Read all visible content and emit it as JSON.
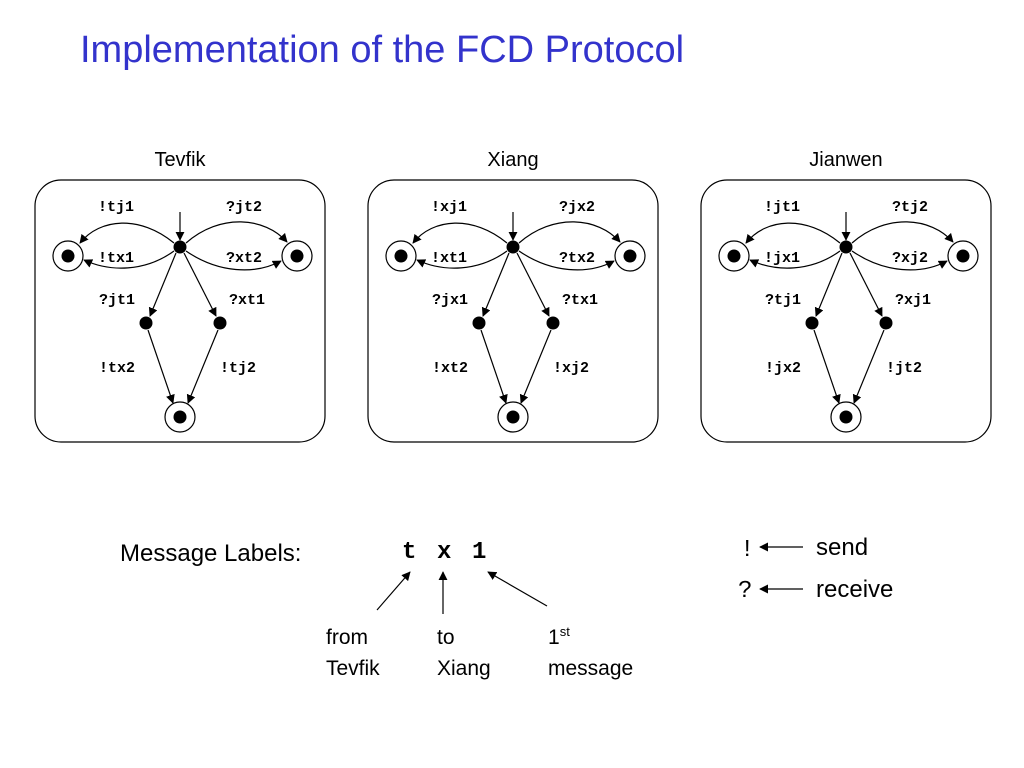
{
  "title": "Implementation of the FCD Protocol",
  "machines": [
    {
      "name": "Tevfik",
      "labels": {
        "top_left": "!tj1",
        "top_right": "?jt2",
        "mid_left": "!tx1",
        "mid_right": "?xt2",
        "branch_left": "?jt1",
        "branch_right": "?xt1",
        "bottom_left": "!tx2",
        "bottom_right": "!tj2"
      }
    },
    {
      "name": "Xiang",
      "labels": {
        "top_left": "!xj1",
        "top_right": "?jx2",
        "mid_left": "!xt1",
        "mid_right": "?tx2",
        "branch_left": "?jx1",
        "branch_right": "?tx1",
        "bottom_left": "!xt2",
        "bottom_right": "!xj2"
      }
    },
    {
      "name": "Jianwen",
      "labels": {
        "top_left": "!jt1",
        "top_right": "?tj2",
        "mid_left": "!jx1",
        "mid_right": "?xj2",
        "branch_left": "?tj1",
        "branch_right": "?xj1",
        "bottom_left": "!jx2",
        "bottom_right": "!jt2"
      }
    }
  ],
  "legend": {
    "message_labels_title": "Message Labels:",
    "example": {
      "c1": "t",
      "c2": "x",
      "c3": "1"
    },
    "from": {
      "line1": "from",
      "line2": "Tevfik"
    },
    "to": {
      "line1": "to",
      "line2": "Xiang"
    },
    "nth": {
      "num": "1",
      "sup": "st",
      "line2": "message"
    },
    "send": {
      "symbol": "!",
      "text": "send"
    },
    "receive": {
      "symbol": "?",
      "text": "receive"
    }
  }
}
